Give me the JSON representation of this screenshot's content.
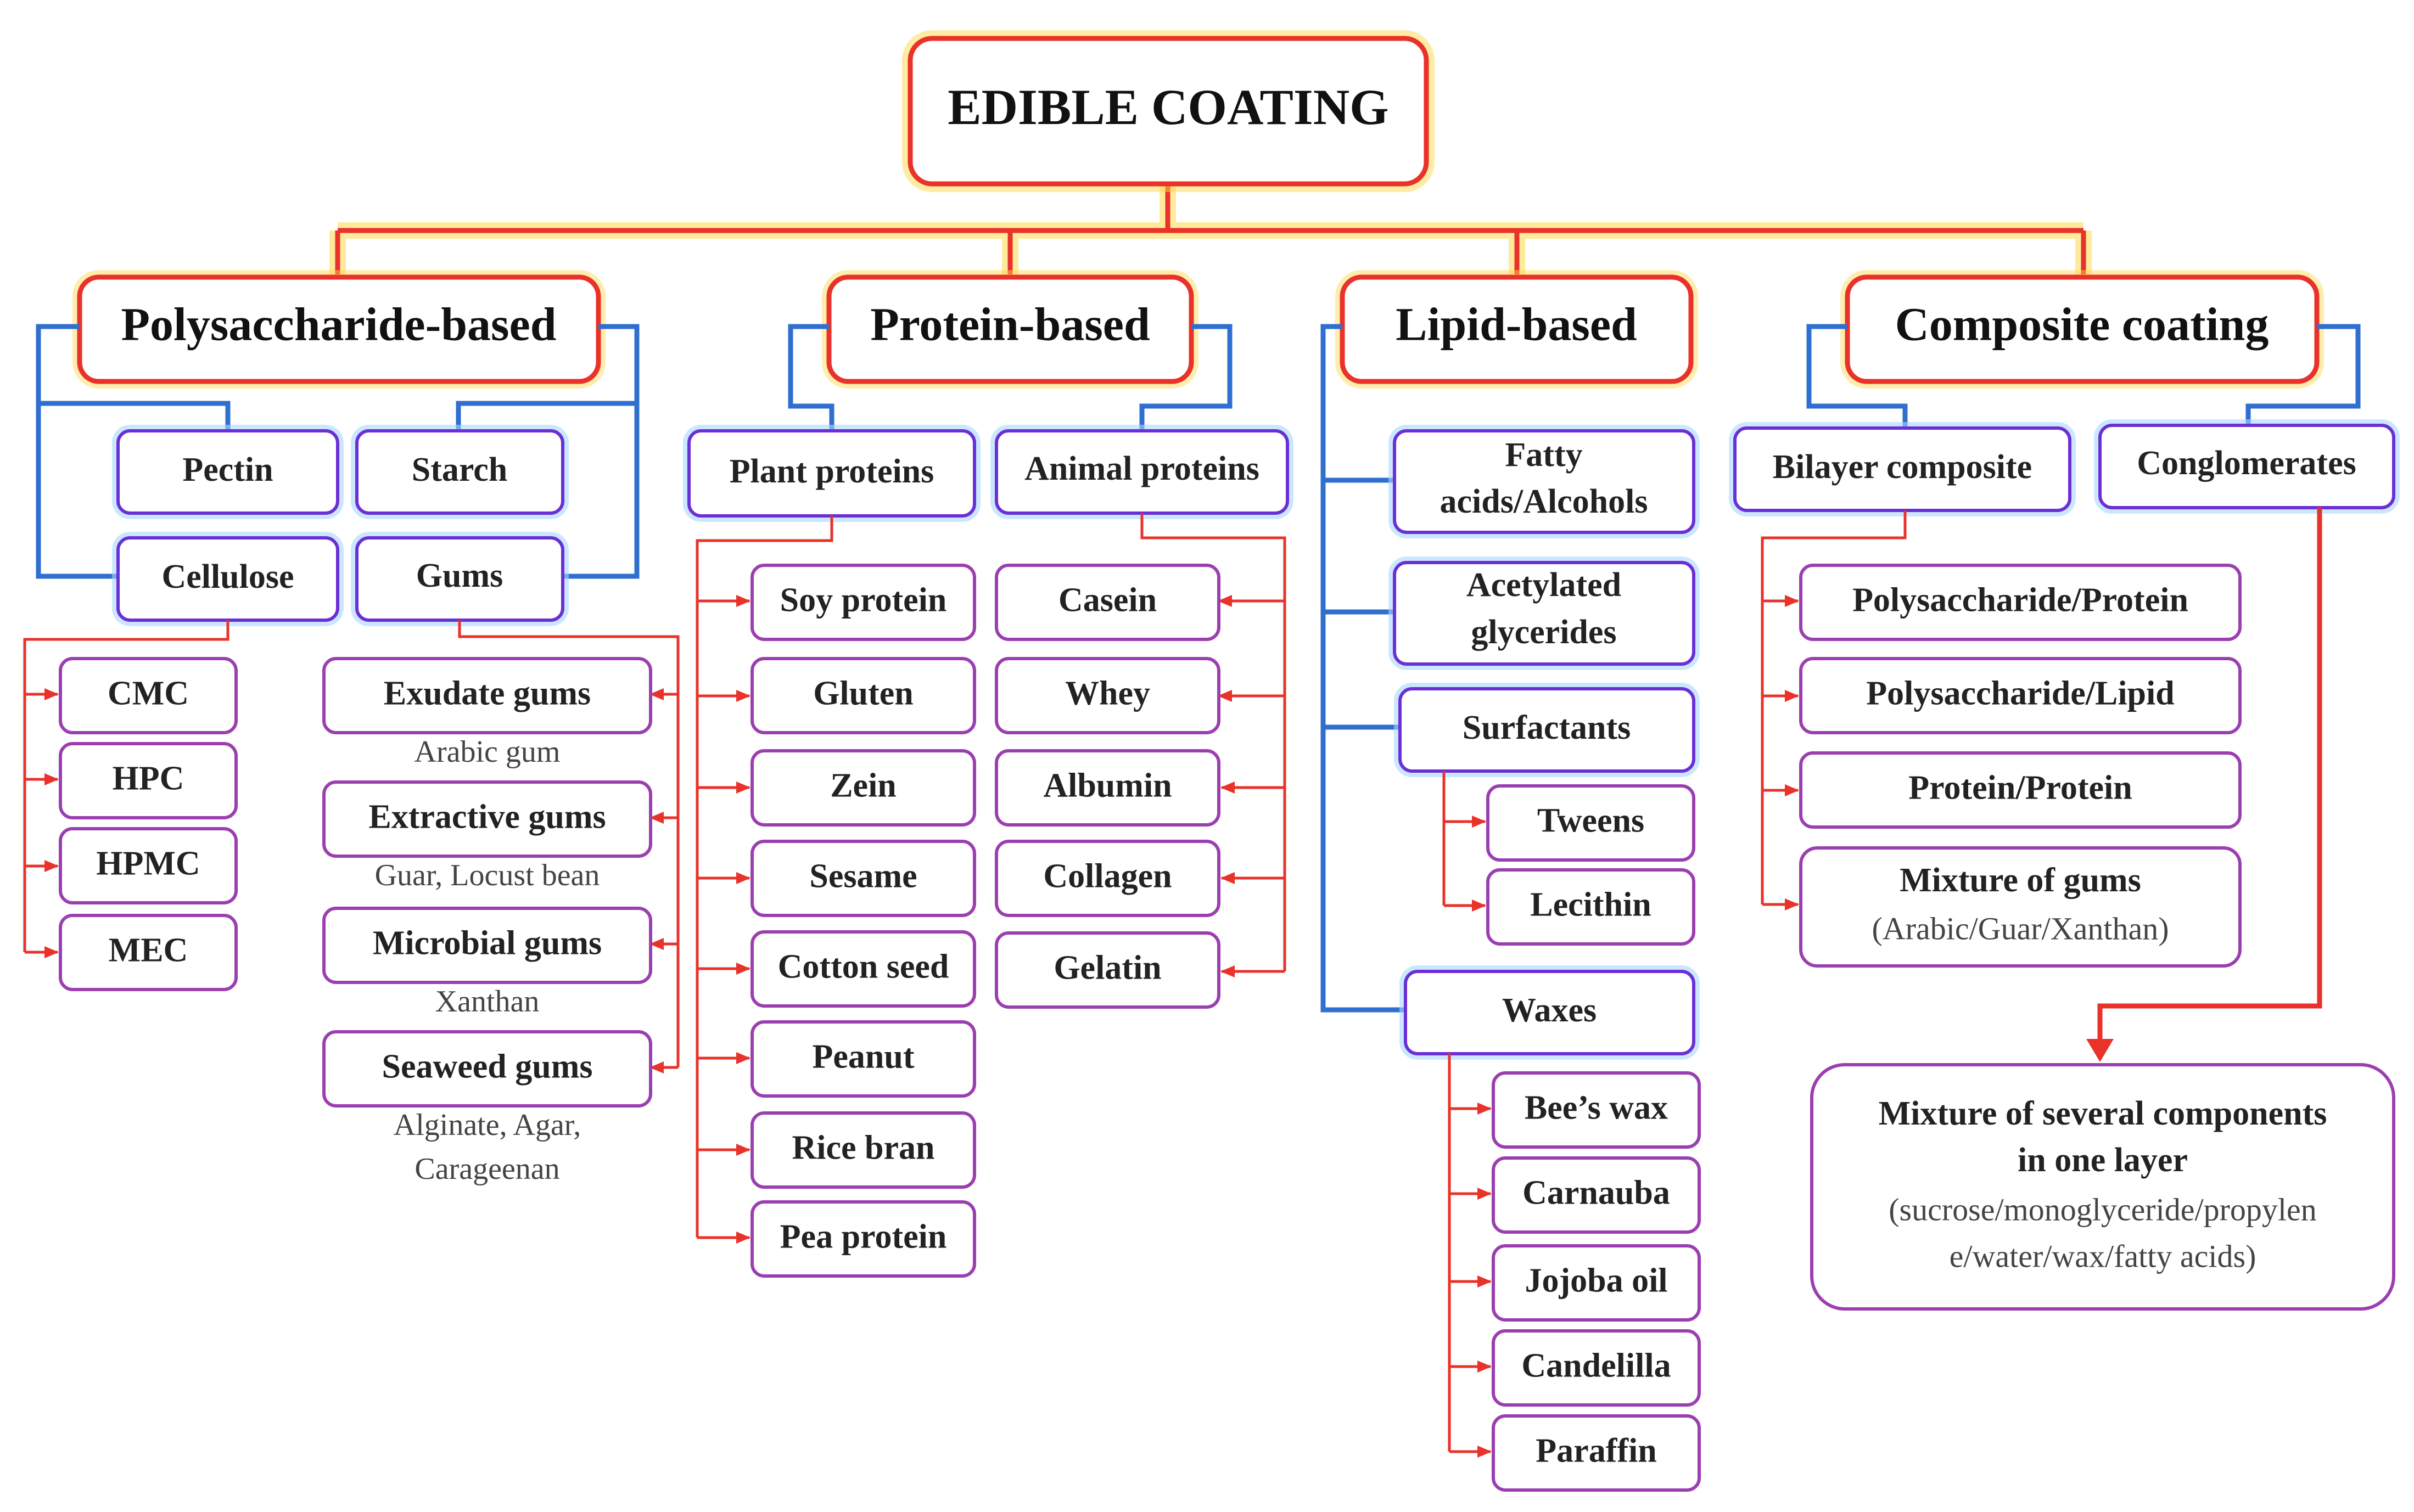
{
  "root": "EDIBLE COATING",
  "categories": {
    "polysaccharide": "Polysaccharide-based",
    "protein": "Protein-based",
    "lipid": "Lipid-based",
    "composite": "Composite coating"
  },
  "polysaccharide": {
    "pectin": "Pectin",
    "starch": "Starch",
    "cellulose": "Cellulose",
    "gums": "Gums",
    "cellulose_items": [
      "CMC",
      "HPC",
      "HPMC",
      "MEC"
    ],
    "gum_items": [
      {
        "label": "Exudate gums",
        "note": "Arabic gum"
      },
      {
        "label": "Extractive gums",
        "note": "Guar, Locust bean"
      },
      {
        "label": "Microbial gums",
        "note": "Xanthan"
      },
      {
        "label": "Seaweed gums",
        "note": "Alginate, Agar,",
        "note2": "Carageenan"
      }
    ]
  },
  "protein": {
    "plant": "Plant proteins",
    "animal": "Animal proteins",
    "plant_items": [
      "Soy protein",
      "Gluten",
      "Zein",
      "Sesame",
      "Cotton seed",
      "Peanut",
      "Rice bran",
      "Pea protein"
    ],
    "animal_items": [
      "Casein",
      "Whey",
      "Albumin",
      "Collagen",
      "Gelatin"
    ]
  },
  "lipid": {
    "fatty_1": "Fatty",
    "fatty_2": "acids/Alcohols",
    "acetylated_1": "Acetylated",
    "acetylated_2": "glycerides",
    "surfactants": "Surfactants",
    "waxes": "Waxes",
    "surfactant_items": [
      "Tweens",
      "Lecithin"
    ],
    "wax_items": [
      "Bee’s wax",
      "Carnauba",
      "Jojoba oil",
      "Candelilla",
      "Paraffin"
    ]
  },
  "composite": {
    "bilayer": "Bilayer composite",
    "conglomerates": "Conglomerates",
    "bilayer_items": [
      "Polysaccharide/Protein",
      "Polysaccharide/Lipid",
      "Protein/Protein"
    ],
    "gums_mix": "Mixture of gums",
    "gums_mix_note": "(Arabic/Guar/Xanthan)",
    "mixture_1": "Mixture of several components",
    "mixture_2": "in one layer",
    "mixture_3": "(sucrose/monoglyceride/propylen",
    "mixture_4": "e/water/wax/fatty acids)"
  },
  "colors": {
    "red": "#e8322a",
    "blue": "#2f6fd0",
    "purple": "#9b3fb0",
    "glow_yellow": "#ffd84a",
    "glow_blue": "#a9d7ff"
  }
}
